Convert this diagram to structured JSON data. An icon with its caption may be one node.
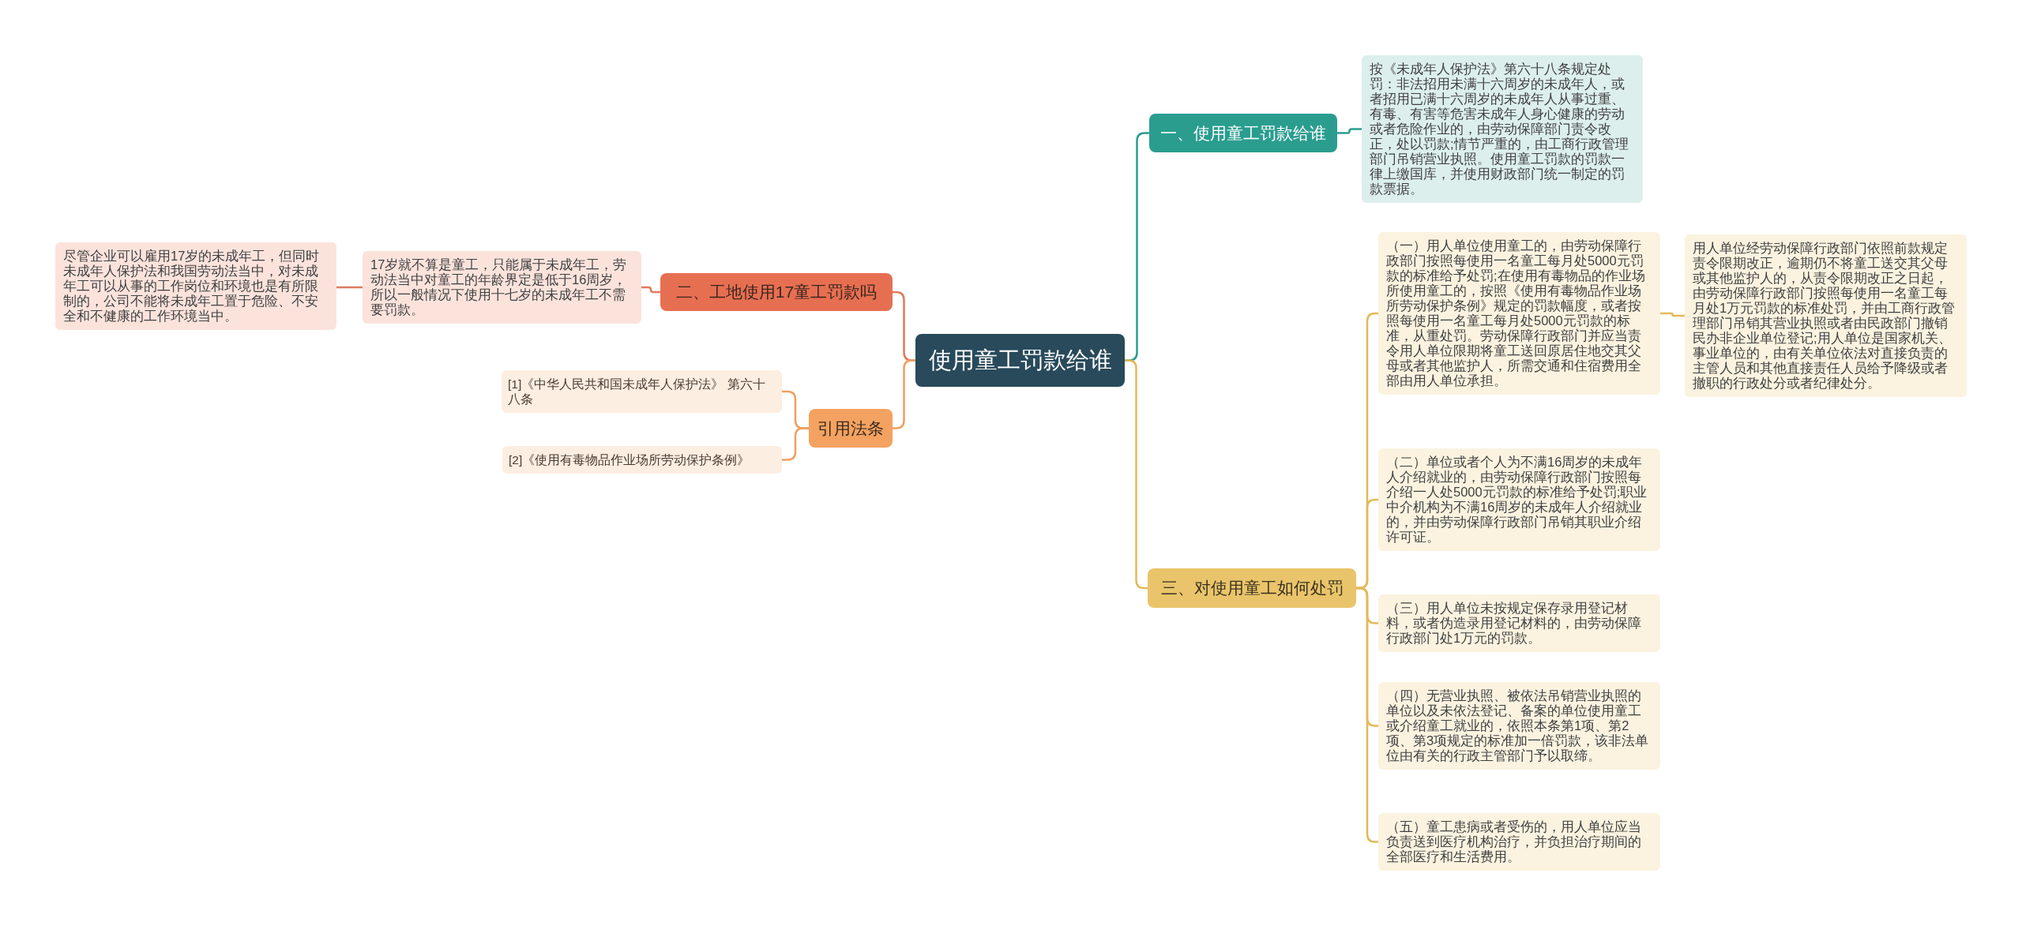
{
  "diagram": {
    "nodes": [
      {
        "text": [
          "使用童工罚款给谁"
        ]
      },
      {
        "text": [
          "一、使用童工罚款给谁"
        ]
      },
      {
        "text": [
          "按《未成年人保护法》第六十八条规定处罚：非法招用未满十六周岁的未成年人，或者招用已满十六周岁的未成年人从事过重、有毒、有害等危害未成年人身心健康的劳动或者危险作业的，由劳动保障部门责令改正，处以罚款;情节严重的，由工商行政管理部门吊销营业执照。使用童工罚款的罚款一律上缴国库，并使用财政部门统一制定的罚款票据。"
        ]
      },
      {
        "text": [
          "二、工地使用17童工罚款吗"
        ]
      },
      {
        "text": [
          "17岁就不算是童工，只能属于未成年工，劳动法当中对童工的年龄界定是低于16周岁，所以一般情况下使用十七岁的未成年工不需要罚款。"
        ]
      },
      {
        "text": [
          "尽管企业可以雇用17岁的未成年工，但同时未成年人保护法和我国劳动法当中，对未成年工可以从事的工作岗位和环境也是有所限制的，公司不能将未成年工置于危险、不安全和不健康的工作环境当中。"
        ]
      },
      {
        "text": [
          "引用法条"
        ]
      },
      {
        "text": [
          "[1]《中华人民共和国未成年人保护法》 第六十八条"
        ]
      },
      {
        "text": [
          "[2]《使用有毒物品作业场所劳动保护条例》"
        ]
      },
      {
        "text": [
          "三、对使用童工如何处罚"
        ]
      },
      {
        "text": [
          "（一）用人单位使用童工的，由劳动保障行政部门按照每使用一名童工每月处5000元罚款的标准给予处罚;在使用有毒物品的作业场所使用童工的，按照《使用有毒物品作业场所劳动保护条例》规定的罚款幅度，或者按照每使用一名童工每月处5000元罚款的标准，从重处罚。劳动保障行政部门并应当责令用人单位限期将童工送回原居住地交其父母或者其他监护人，所需交通和住宿费用全部由用人单位承担。"
        ]
      },
      {
        "text": [
          "用人单位经劳动保障行政部门依照前款规定责令限期改正，逾期仍不将童工送交其父母或其他监护人的，从责令限期改正之日起，由劳动保障行政部门按照每使用一名童工每月处1万元罚款的标准处罚，并由工商行政管理部门吊销其营业执照或者由民政部门撤销民办非企业单位登记;用人单位是国家机关、事业单位的，由有关单位依法对直接负责的主管人员和其他直接责任人员给予降级或者撤职的行政处分或者纪律处分。"
        ]
      },
      {
        "text": [
          "（二）单位或者个人为不满16周岁的未成年人介绍就业的，由劳动保障行政部门按照每介绍一人处5000元罚款的标准给予处罚;职业中介机构为不满16周岁的未成年人介绍就业的，并由劳动保障行政部门吊销其职业介绍许可证。"
        ]
      },
      {
        "text": [
          "（三）用人单位未按规定保存录用登记材料，或者伪造录用登记材料的，由劳动保障行政部门处1万元的罚款。"
        ]
      },
      {
        "text": [
          "（四）无营业执照、被依法吊销营业执照的单位以及未依法登记、备案的单位使用童工或介绍童工就业的，依照本条第1项、第2项、第3项规定的标准加一倍罚款，该非法单位由有关的行政主管部门予以取缔。"
        ]
      },
      {
        "text": [
          "（五）童工患病或者受伤的，用人单位应当负责送到医疗机构治疗，并负担治疗期间的全部医疗和生活费用。"
        ]
      }
    ],
    "edges": [
      {
        "from": 0,
        "to": 1,
        "arrow": "none",
        "color": "#2a9d8f"
      },
      {
        "from": 1,
        "to": 2,
        "arrow": "none",
        "color": "#2a9d8f"
      },
      {
        "from": 0,
        "to": 3,
        "arrow": "none",
        "color": "#e07a5f"
      },
      {
        "from": 3,
        "to": 4,
        "arrow": "none",
        "color": "#e07a5f"
      },
      {
        "from": 4,
        "to": 5,
        "arrow": "none",
        "color": "#e07a5f"
      },
      {
        "from": 0,
        "to": 6,
        "arrow": "none",
        "color": "#eea060"
      },
      {
        "from": 6,
        "to": 7,
        "arrow": "none",
        "color": "#eea060"
      },
      {
        "from": 6,
        "to": 8,
        "arrow": "none",
        "color": "#eea060"
      },
      {
        "from": 0,
        "to": 9,
        "arrow": "none"
      },
      {
        "from": 9,
        "to": 10,
        "arrow": "none"
      },
      {
        "from": 10,
        "to": 11,
        "arrow": "none"
      },
      {
        "from": 9,
        "to": 12,
        "arrow": "none"
      },
      {
        "from": 9,
        "to": 13,
        "arrow": "none"
      },
      {
        "from": 9,
        "to": 14,
        "arrow": "none"
      },
      {
        "from": 9,
        "to": 15,
        "arrow": "none"
      }
    ]
  }
}
